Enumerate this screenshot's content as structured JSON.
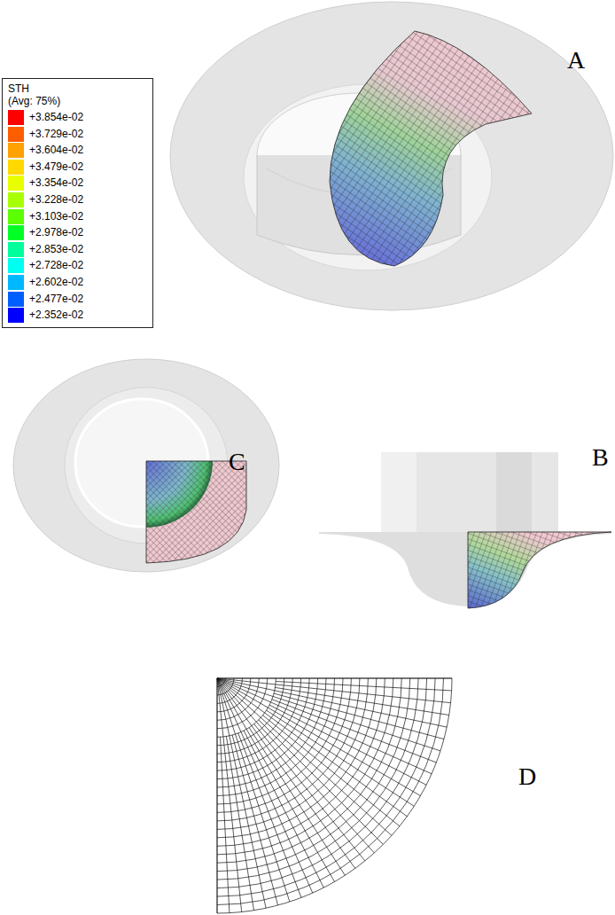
{
  "diagram": {
    "labels": [
      "STH",
      "(Avg: 75%)",
      "A",
      "C",
      "B",
      "D"
    ],
    "legend": [
      {
        "text": "+3.854e-02",
        "color": "#ff0000"
      },
      {
        "text": "+3.729e-02",
        "color": "#ff5e00"
      },
      {
        "text": "+3.604e-02",
        "color": "#ffa100"
      },
      {
        "text": "+3.479e-02",
        "color": "#ffd900"
      },
      {
        "text": "+3.354e-02",
        "color": "#e8ff00"
      },
      {
        "text": "+3.228e-02",
        "color": "#a8ff00"
      },
      {
        "text": "+3.103e-02",
        "color": "#5cff00"
      },
      {
        "text": "+2.978e-02",
        "color": "#00ff26"
      },
      {
        "text": "+2.853e-02",
        "color": "#00ff9c"
      },
      {
        "text": "+2.728e-02",
        "color": "#00fff0"
      },
      {
        "text": "+2.602e-02",
        "color": "#00b8ff"
      },
      {
        "text": "+2.477e-02",
        "color": "#0060ff"
      },
      {
        "text": "+2.352e-02",
        "color": "#0000ff"
      }
    ]
  }
}
